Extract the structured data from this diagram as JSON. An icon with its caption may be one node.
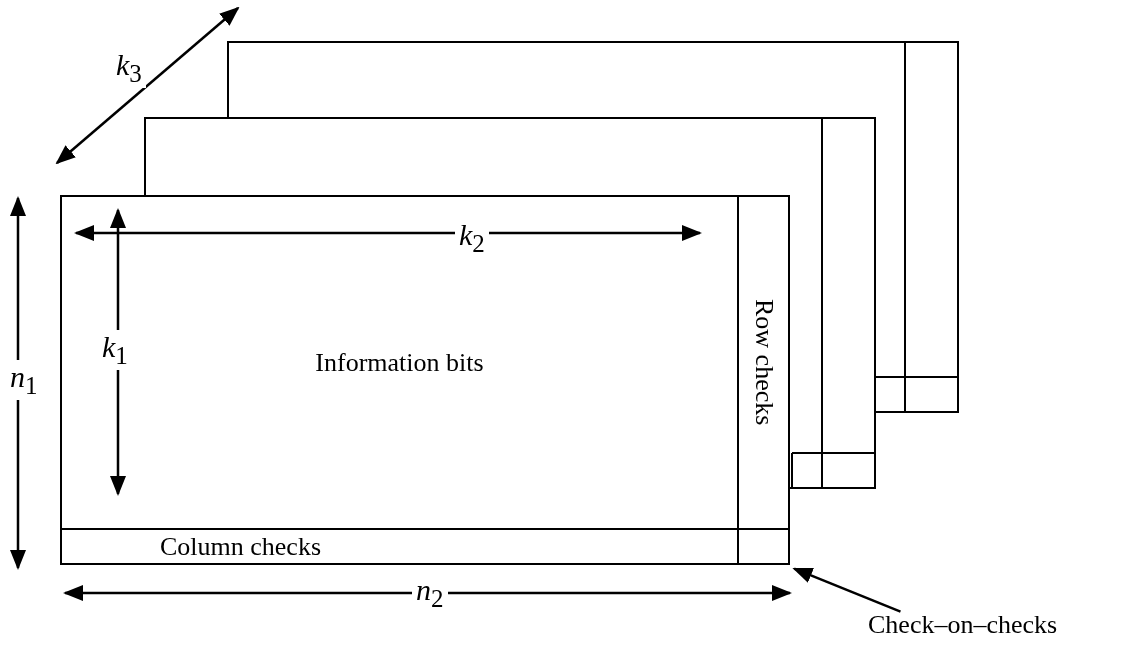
{
  "diagram": {
    "nodes": [
      {
        "text": [
          "Information bits"
        ]
      },
      {
        "text": [
          "Row checks"
        ]
      },
      {
        "text": [
          "Column checks"
        ]
      },
      {
        "text": [],
        "shape": "box"
      },
      {
        "text": [
          "Check–on–checks"
        ]
      }
    ],
    "edges": [
      {
        "from": 4,
        "to": 3,
        "arrow": "to"
      }
    ],
    "labels": [
      "*k*$_{3}$",
      "*k*$_{2}$",
      "*k*$_{1}$",
      "*n*$_{1}$",
      "*n*$_{2}$"
    ]
  }
}
